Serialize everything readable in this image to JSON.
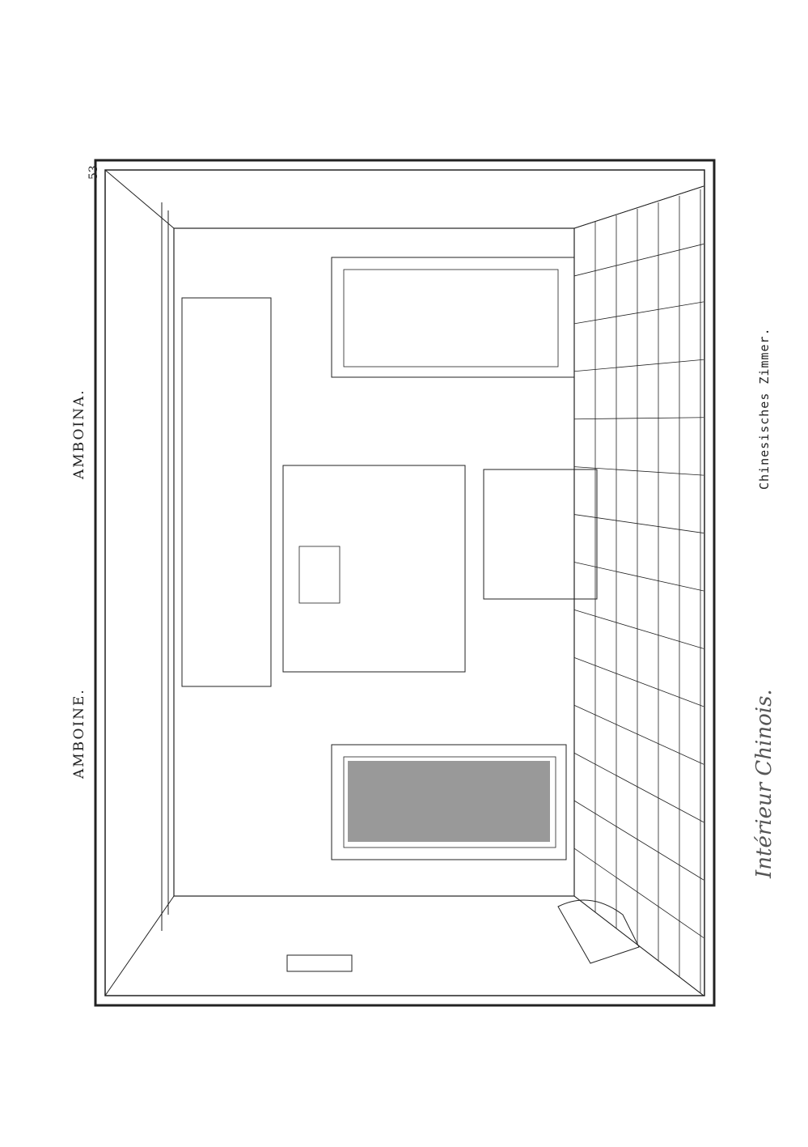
{
  "header": {
    "label_left": "AMBOINA.",
    "label_right": "AMBOINE.",
    "page_number": "53"
  },
  "caption": {
    "german": "Chinesisches Zimmer.",
    "french": "Intérieur Chinois."
  }
}
